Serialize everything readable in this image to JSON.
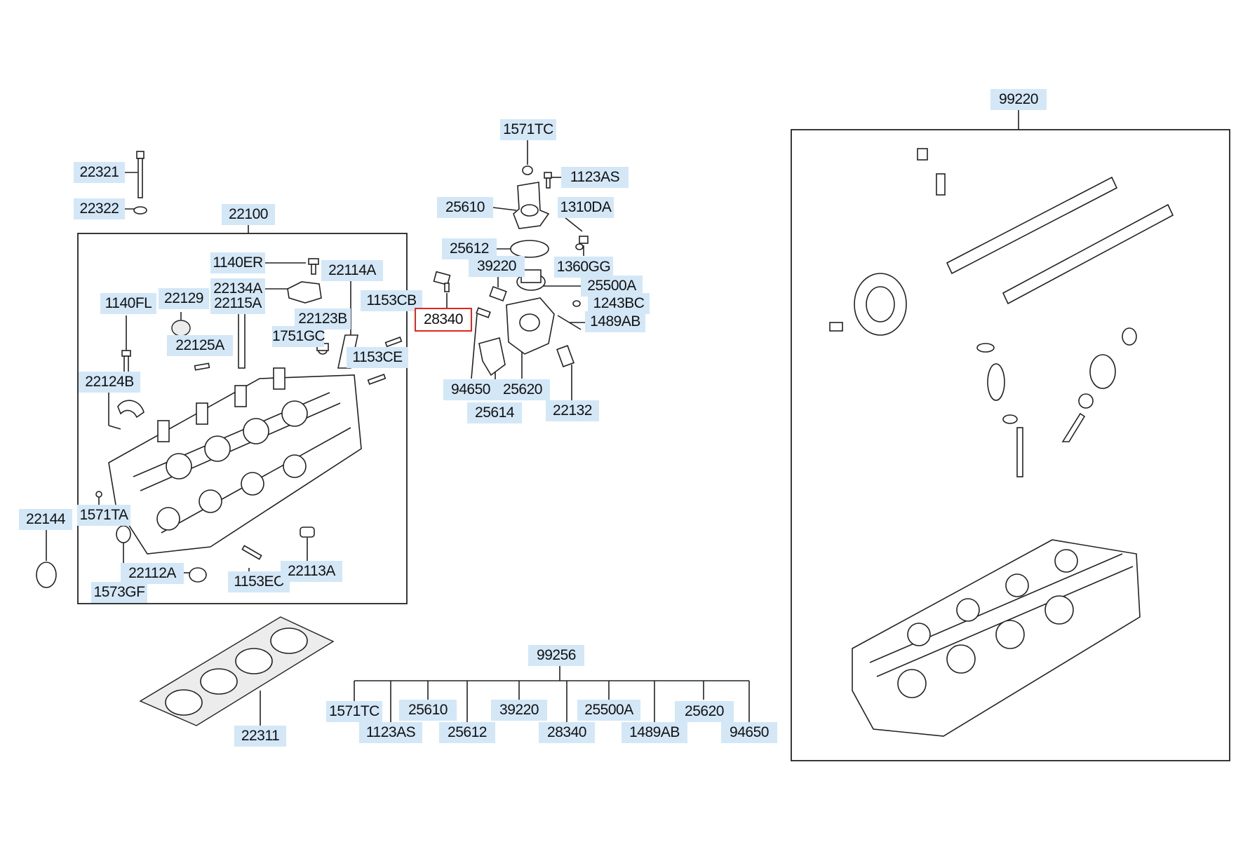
{
  "diagram": {
    "selected_part": "28340",
    "labels": {
      "l_22321": "22321",
      "l_22322": "22322",
      "l_22100": "22100",
      "l_1140ER": "1140ER",
      "l_22114A": "22114A",
      "l_22134A": "22134A",
      "l_22115A": "22115A",
      "l_1140FL": "1140FL",
      "l_22129": "22129",
      "l_1153CB": "1153CB",
      "l_22123B": "22123B",
      "l_22125A": "22125A",
      "l_1751GC": "1751GC",
      "l_1153CE": "1153CE",
      "l_22124B": "22124B",
      "l_22144": "22144",
      "l_1571TA": "1571TA",
      "l_22112A": "22112A",
      "l_1573GF": "1573GF",
      "l_1153EC": "1153EC",
      "l_22113A": "22113A",
      "l_22311": "22311",
      "l_1571TC": "1571TC",
      "l_1123AS": "1123AS",
      "l_25610": "25610",
      "l_1310DA": "1310DA",
      "l_25612": "25612",
      "l_39220": "39220",
      "l_1360GG": "1360GG",
      "l_25500A": "25500A",
      "l_1243BC": "1243BC",
      "l_28340": "28340",
      "l_1489AB": "1489AB",
      "l_94650": "94650",
      "l_25620": "25620",
      "l_25614": "25614",
      "l_22132": "22132",
      "l_99220": "99220",
      "l_99256": "99256",
      "k_1571TC": "1571TC",
      "k_1123AS": "1123AS",
      "k_25610": "25610",
      "k_25612": "25612",
      "k_39220": "39220",
      "k_28340": "28340",
      "k_25500A": "25500A",
      "k_1489AB": "1489AB",
      "k_25620": "25620",
      "k_94650": "94650"
    }
  }
}
